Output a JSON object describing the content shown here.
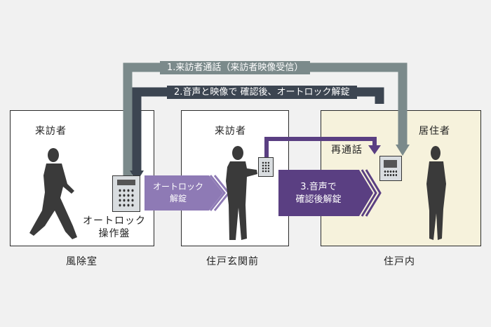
{
  "routes": {
    "step1": "1.来訪者通話（来訪者映像受信）",
    "step2": "2.音声と映像で 確認後、オートロック解錠"
  },
  "rooms": [
    {
      "id": "windbreak",
      "visitor_label": "来訪者",
      "panel_label": "オートロック\n操作盤",
      "caption": "風除室"
    },
    {
      "id": "entrance",
      "visitor_label": "来訪者",
      "caption": "住戸玄関前"
    },
    {
      "id": "residence",
      "resident_label": "居住者",
      "recall_label": "再通話",
      "caption": "住戸内"
    }
  ],
  "arrows": {
    "unlock1": "オートロック\n解錠",
    "unlock2": "3.音声で\n確認後解錠"
  },
  "colors": {
    "gray_route": "#7b8a8b",
    "dark_route": "#3c4551",
    "purple_light": "#8e7ab5",
    "purple_dark": "#5a3f82",
    "residence_bg": "#f6f2dc"
  }
}
